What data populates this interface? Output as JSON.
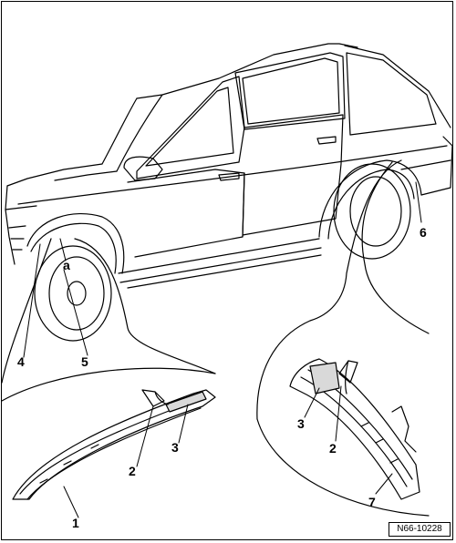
{
  "figure": {
    "reference_code": "N66-10228"
  },
  "callouts": [
    {
      "id": "1",
      "label": "1"
    },
    {
      "id": "2a",
      "label": "2"
    },
    {
      "id": "3a",
      "label": "3"
    },
    {
      "id": "4",
      "label": "4"
    },
    {
      "id": "5",
      "label": "5"
    },
    {
      "id": "a",
      "label": "a"
    },
    {
      "id": "6",
      "label": "6"
    },
    {
      "id": "3b",
      "label": "3"
    },
    {
      "id": "2b",
      "label": "2"
    },
    {
      "id": "7",
      "label": "7"
    }
  ]
}
